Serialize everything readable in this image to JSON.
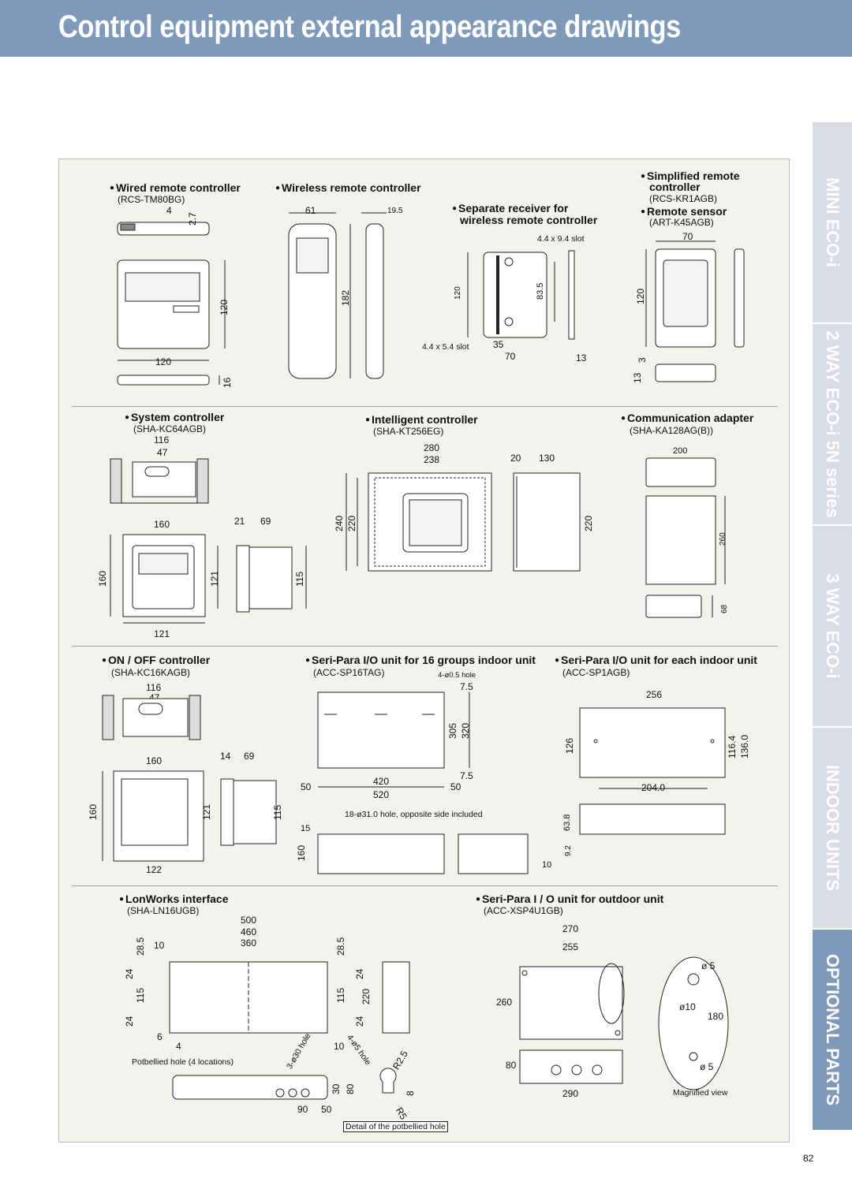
{
  "page_title": "Control equipment external appearance drawings",
  "side_tabs": [
    "MINI ECO-i",
    "2 WAY ECO-i 5N series",
    "3 WAY ECO-i",
    "INDOOR UNITS",
    "OPTIONAL PARTS"
  ],
  "page_number": "82",
  "wired": {
    "label": "Wired remote controller",
    "model": "(RCS-TM80BG)",
    "d": [
      "4",
      "2.7",
      "120",
      "120",
      "16"
    ]
  },
  "wireless": {
    "label": "Wireless remote controller",
    "d": [
      "61",
      "19.5",
      "182"
    ]
  },
  "receiver": {
    "label1": "Separate receiver for",
    "label2": "wireless remote controller",
    "slot_a": "4.4 x 9.4 slot",
    "slot_b": "4.4 x 5.4 slot",
    "d": [
      "120",
      "83.5",
      "35",
      "70",
      "13"
    ]
  },
  "simplified": {
    "label1": "Simplified remote",
    "label2": "controller",
    "model": "(RCS-KR1AGB)",
    "sensor_label": "Remote sensor",
    "sensor_model": "(ART-K45AGB)",
    "d": [
      "70",
      "120",
      "3",
      "13"
    ]
  },
  "system": {
    "label": "System controller",
    "model": "(SHA-KC64AGB)",
    "d": [
      "116",
      "47",
      "160",
      "21",
      "69",
      "160",
      "121",
      "115",
      "121"
    ]
  },
  "intelligent": {
    "label": "Intelligent controller",
    "model": "(SHA-KT256EG)",
    "d": [
      "280",
      "238",
      "20",
      "130",
      "240",
      "220",
      "220"
    ]
  },
  "comm": {
    "label": "Communication adapter",
    "model": "(SHA-KA128AG(B))",
    "d": [
      "200",
      "260",
      "68"
    ]
  },
  "onoff": {
    "label": "ON / OFF controller",
    "model": "(SHA-KC16KAGB)",
    "d": [
      "116",
      "47",
      "160",
      "14",
      "69",
      "160",
      "121",
      "115",
      "122"
    ]
  },
  "seri16": {
    "label": "Seri-Para I/O unit for 16 groups indoor unit",
    "model": "(ACC-SP16TAG)",
    "hole": "4-ø0.5 hole",
    "hole2": "18-ø31.0 hole, opposite side included",
    "d": [
      "7.5",
      "305",
      "320",
      "7.5",
      "50",
      "420",
      "50",
      "520",
      "15",
      "160",
      "10"
    ]
  },
  "seri_each": {
    "label": "Seri-Para I/O unit for each indoor unit",
    "model": "(ACC-SP1AGB)",
    "d": [
      "256",
      "126",
      "116.4",
      "136.0",
      "204.0",
      "63.8",
      "9.2"
    ]
  },
  "lonworks": {
    "label": "LonWorks interface",
    "model": "(SHA-LN16UGB)",
    "potbellied": "Potbellied hole (4 locations)",
    "hole_a": "3-ø30 hole",
    "hole_b": "4-ø5 hole",
    "detail": "Detail of the potbellied hole",
    "d": [
      "500",
      "460",
      "360",
      "28.5",
      "10",
      "28.5",
      "24",
      "115",
      "24",
      "24",
      "115",
      "24",
      "220",
      "6",
      "4",
      "10",
      "30",
      "80",
      "90",
      "50",
      "R2.5",
      "8",
      "R5"
    ]
  },
  "outdoor": {
    "label": "Seri-Para I / O unit for outdoor unit",
    "model": "(ACC-XSP4U1GB)",
    "magnified": "Magnified view",
    "d": [
      "270",
      "255",
      "260",
      "80",
      "290",
      "ø 5",
      "ø10",
      "180",
      "ø 5"
    ]
  }
}
